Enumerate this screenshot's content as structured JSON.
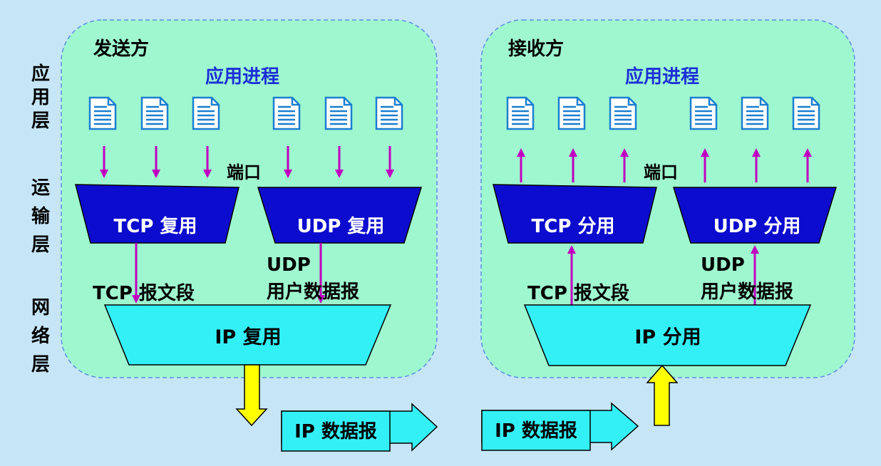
{
  "layer_labels": {
    "application": [
      "应",
      "用",
      "层"
    ],
    "transport": [
      "运",
      "输",
      "层"
    ],
    "network": [
      "网",
      "络",
      "层"
    ]
  },
  "sender": {
    "title": "发送方",
    "app_process": "应用进程",
    "port": "端口",
    "tcp_box": "TCP 复用",
    "udp_box": "UDP 复用",
    "tcp_segment": "TCP  报文段",
    "udp_line1": "UDP",
    "udp_line2": "用户数据报",
    "ip_box": "IP 复用"
  },
  "receiver": {
    "title": "接收方",
    "app_process": "应用进程",
    "port": "端口",
    "tcp_box": "TCP 分用",
    "udp_box": "UDP 分用",
    "tcp_segment": "TCP  报文段",
    "udp_line1": "UDP",
    "udp_line2": "用户数据报",
    "ip_box": "IP 分用"
  },
  "datagrams": [
    "IP 数据报",
    "IP 数据报"
  ],
  "icons": {
    "process": "document-icon",
    "flow": "arrow"
  },
  "colors": {
    "background": "#c6e6f7",
    "panel": "#9ff7cf",
    "panel_border": "#5a8fe0",
    "process_title": "#1a2fd6",
    "transport_box": "#0c0ccf",
    "ip_box": "#33f0f7",
    "arrow_port": "#c000c0",
    "arrow_datagram": "#ffff00",
    "datagram_box": "#33f0f7"
  }
}
